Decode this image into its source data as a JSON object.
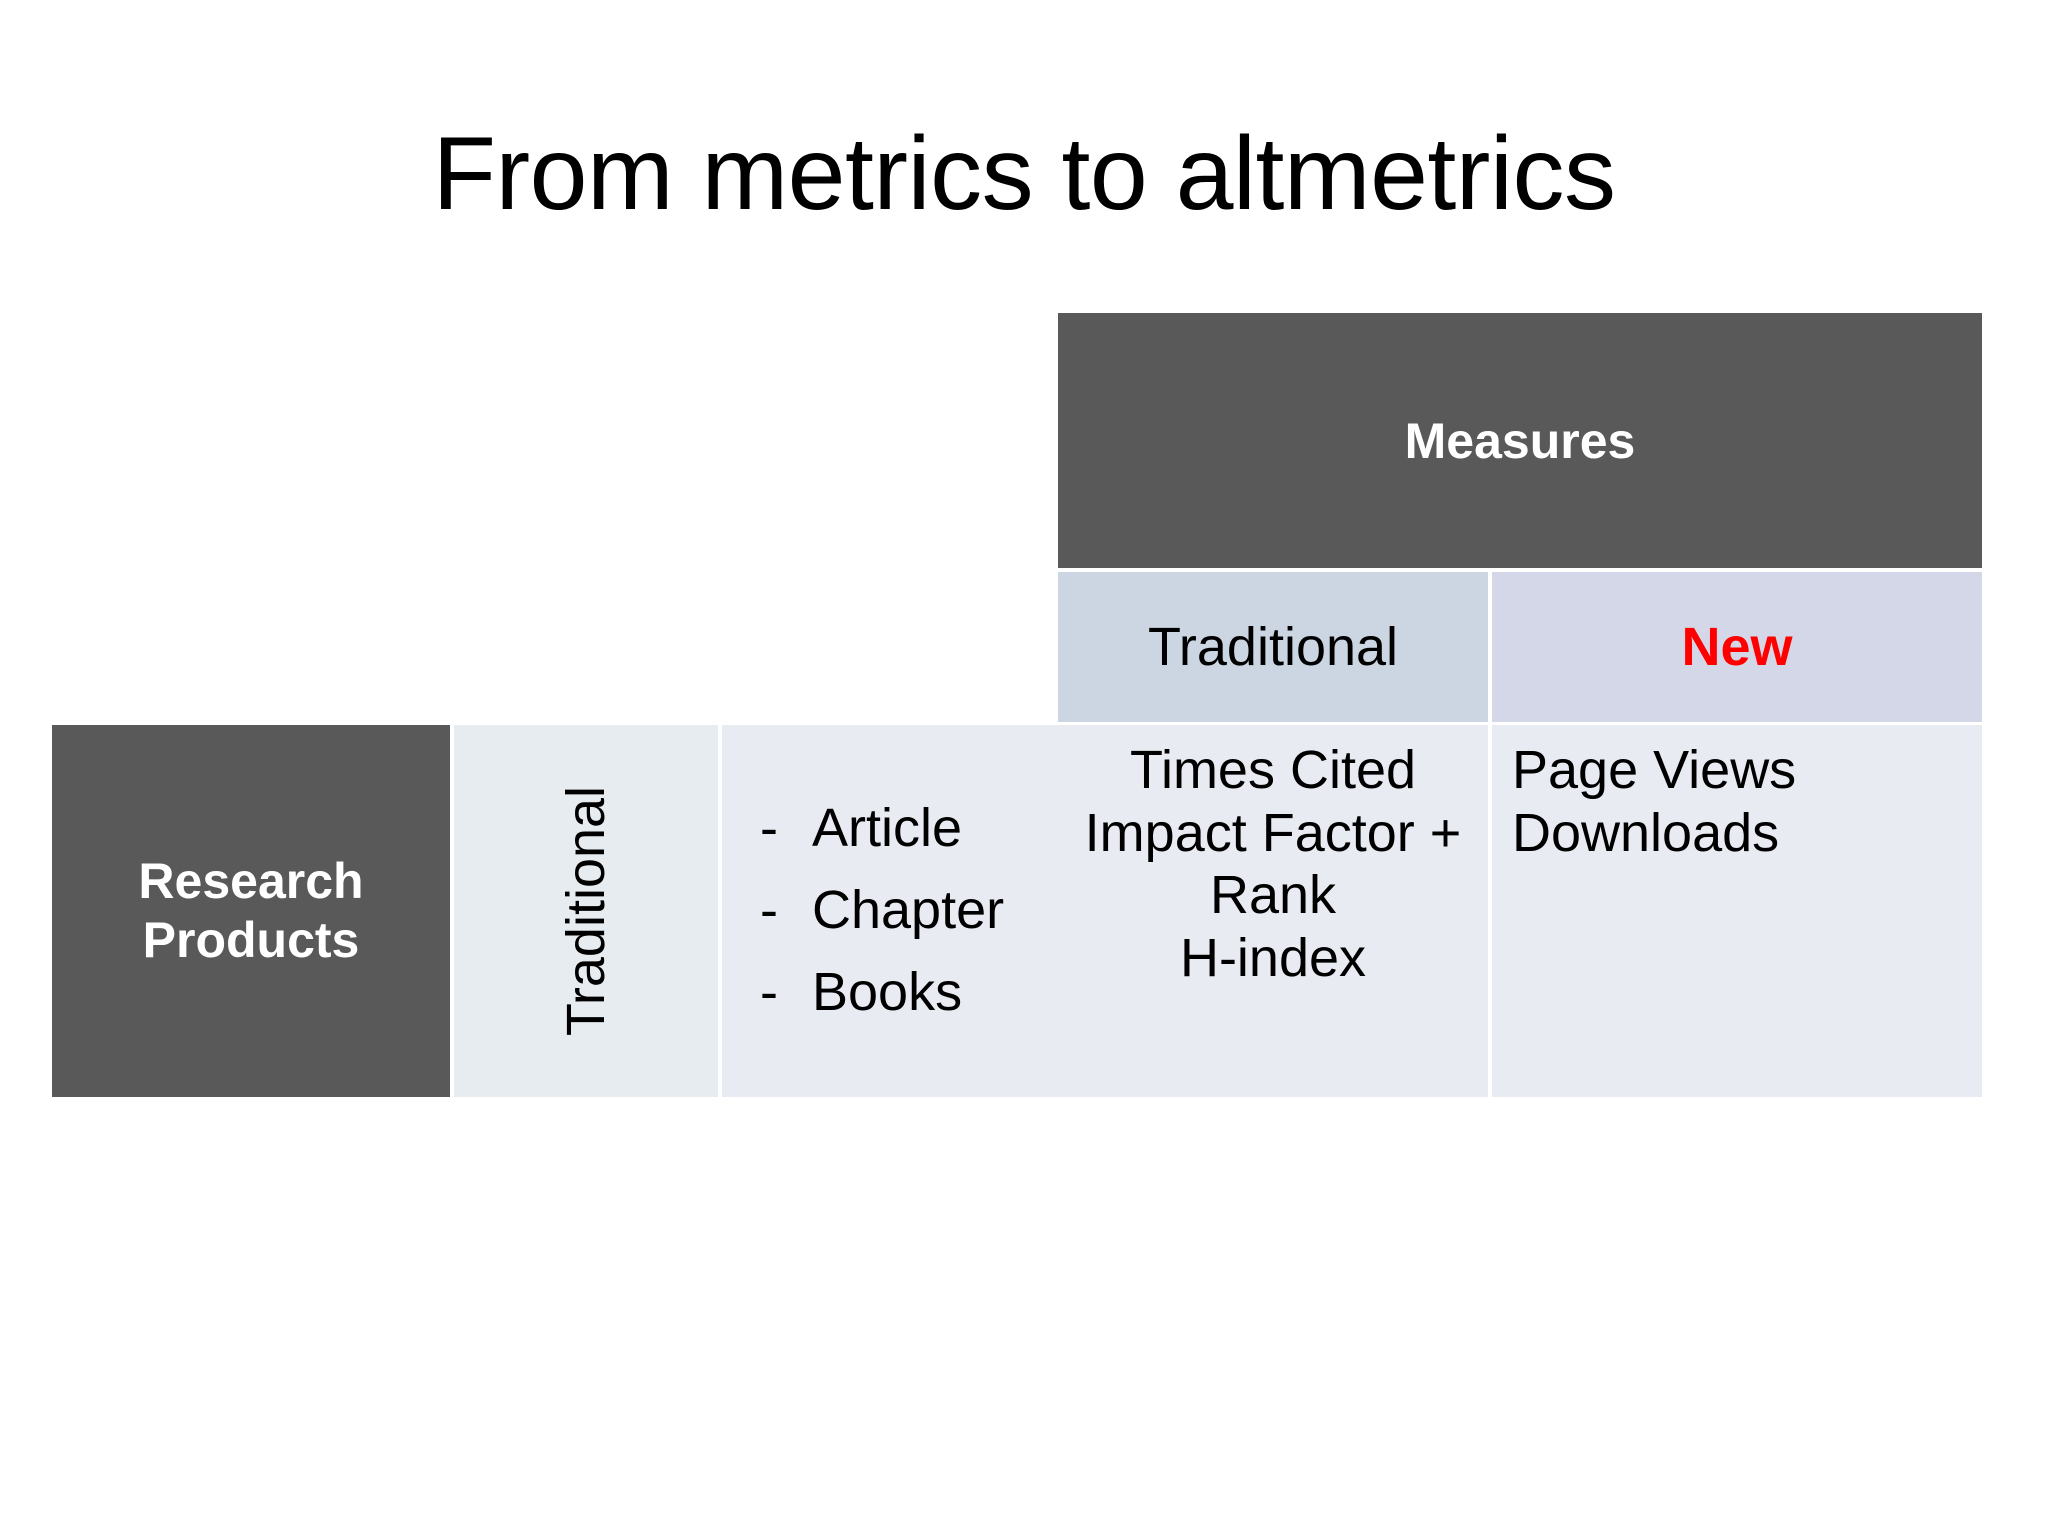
{
  "slide": {
    "title": "From metrics to altmetrics"
  },
  "colors": {
    "header_dark": "#595959",
    "subheader_traditional_bg": "#ccd6e3",
    "subheader_new_bg": "#d3d7e7",
    "body_cell_bg": "#e9ebf3",
    "vertical_label_bg": "#e7ecf0",
    "accent_new": "#ff0000",
    "text": "#000000",
    "header_text": "#ffffff",
    "page_bg": "#ffffff"
  },
  "matrix": {
    "measures_header": "Measures",
    "subheaders": [
      {
        "label": "Traditional",
        "emphasis": "normal"
      },
      {
        "label": "New",
        "emphasis": "accent"
      }
    ],
    "row_label": "Research\nProducts",
    "row_label_line1": "Research",
    "row_label_line2": "Products",
    "row_category_vertical": "Traditional",
    "products": {
      "bullet": "-",
      "items": [
        "Article",
        "Chapter",
        "Books"
      ]
    },
    "measures_traditional": {
      "lines": [
        "Times Cited",
        "Impact Factor + Rank",
        "H-index"
      ],
      "text": "Times Cited Impact Factor + Rank H-index"
    },
    "measures_new": {
      "lines": [
        "Page Views",
        "Downloads"
      ],
      "line1": "Page Views",
      "line2": "Downloads"
    }
  }
}
